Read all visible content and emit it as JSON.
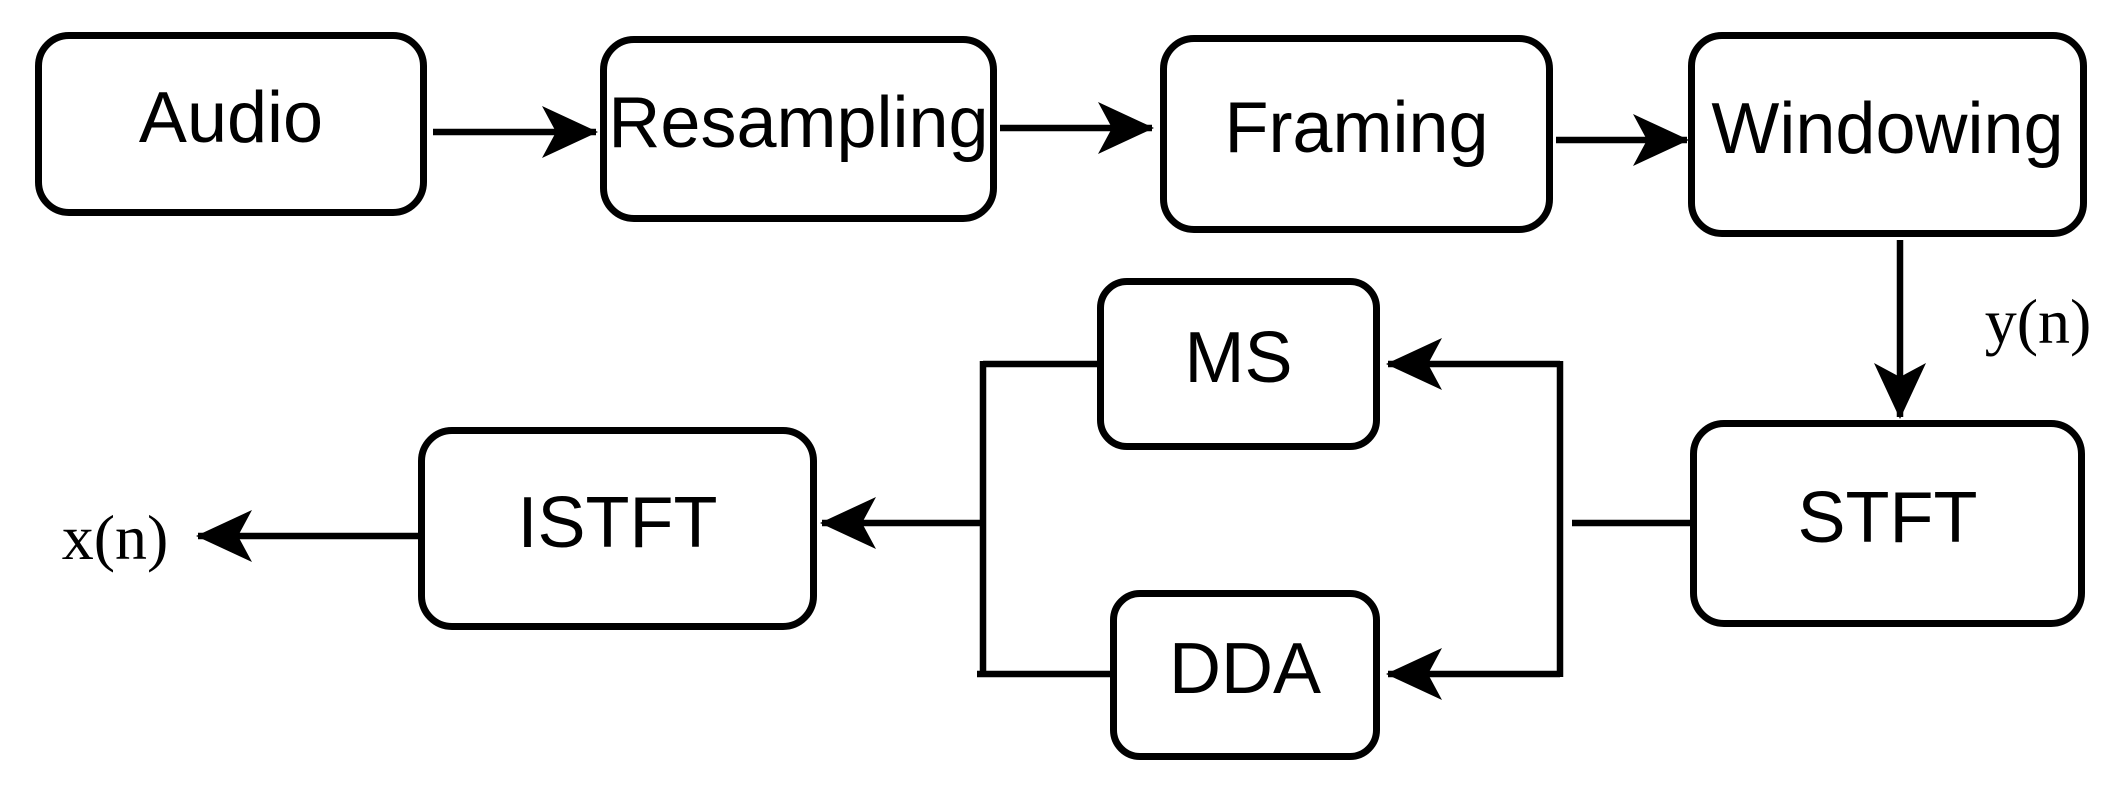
{
  "diagram_type": "block-diagram",
  "colors": {
    "background": "#ffffff",
    "node_fill": "#ffffff",
    "stroke": "#000000",
    "text": "#000000"
  },
  "nodes": {
    "audio": {
      "label": "Audio"
    },
    "resampling": {
      "label": "Resampling"
    },
    "framing": {
      "label": "Framing"
    },
    "windowing": {
      "label": "Windowing"
    },
    "stft": {
      "label": "STFT"
    },
    "ms": {
      "label": "MS"
    },
    "dda": {
      "label": "DDA"
    },
    "istft": {
      "label": "ISTFT"
    }
  },
  "signal_labels": {
    "yn": {
      "label": "y(n)"
    },
    "xn": {
      "label": "x(n)"
    }
  },
  "edges": [
    {
      "from": "Audio",
      "to": "Resampling",
      "label": ""
    },
    {
      "from": "Resampling",
      "to": "Framing",
      "label": ""
    },
    {
      "from": "Framing",
      "to": "Windowing",
      "label": ""
    },
    {
      "from": "Windowing",
      "to": "STFT",
      "label": "y(n)"
    },
    {
      "from": "STFT",
      "to": "MS",
      "label": ""
    },
    {
      "from": "STFT",
      "to": "DDA",
      "label": ""
    },
    {
      "from": "MS",
      "to": "ISTFT",
      "label": ""
    },
    {
      "from": "DDA",
      "to": "ISTFT",
      "label": ""
    },
    {
      "from": "ISTFT",
      "to": "x(n)",
      "label": "x(n)"
    }
  ]
}
